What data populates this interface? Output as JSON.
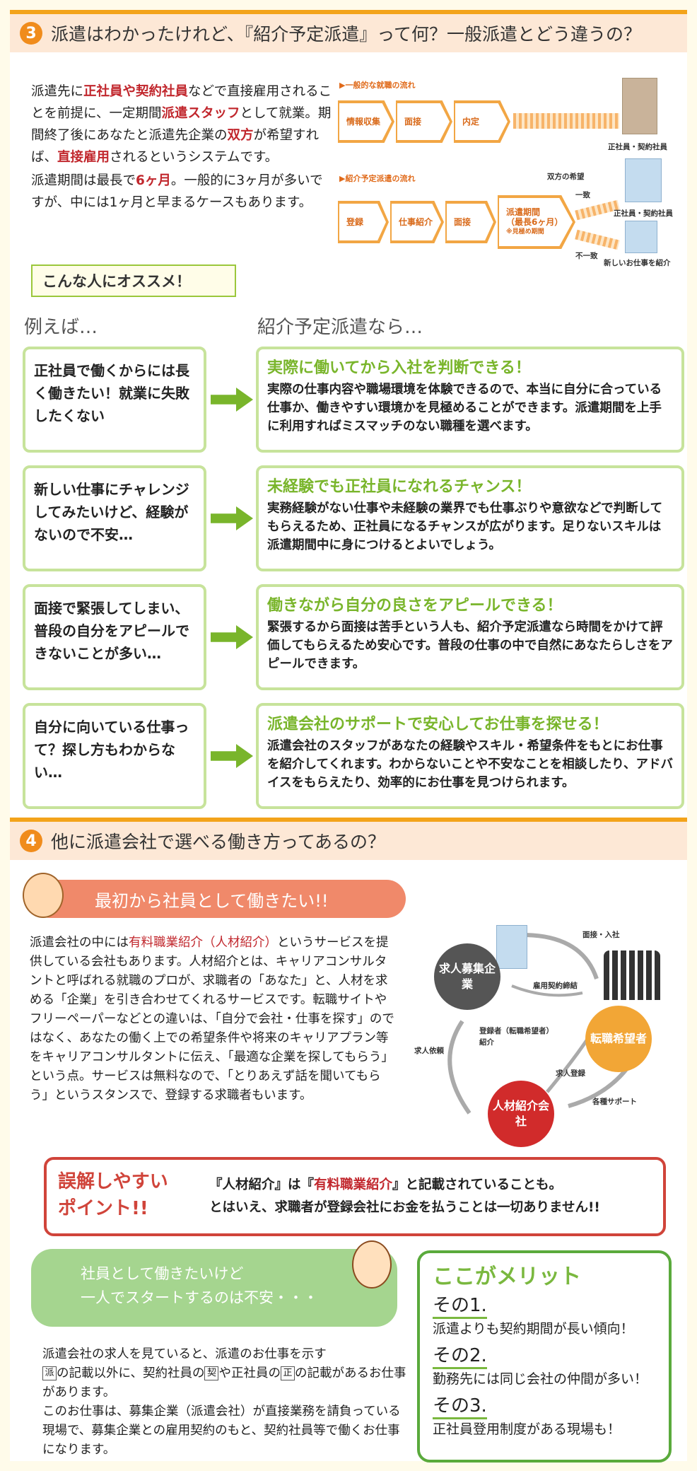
{
  "section3": {
    "number": "3",
    "title": "派遣はわかったけれど、『紹介予定派遣』って何？一般派遣とどう違うの？",
    "intro": {
      "p1_a": "派遣先に",
      "p1_b": "正社員や契約社員",
      "p1_c": "などで直接雇用されることを前提に、一定期間",
      "p1_d": "派遣スタッフ",
      "p1_e": "として就業。期間終了後にあなたと派遣先企業の",
      "p1_f": "双方",
      "p1_g": "が希望すれば、",
      "p1_h": "直接雇用",
      "p1_i": "されるというシステムです。",
      "p2_a": "派遣期間は最長で",
      "p2_b": "6ヶ月",
      "p2_c": "。一般的に3ヶ月が多いですが、中には1ヶ月と早まるケースもあります。"
    },
    "diagram": {
      "general_label": "▶一般的な就職の流れ",
      "general_steps": [
        "情報収集",
        "面接",
        "内定"
      ],
      "general_result": "正社員・契約社員",
      "intro_label": "▶紹介予定派遣の流れ",
      "intro_steps": [
        "登録",
        "仕事紹介",
        "面接"
      ],
      "period_step_1": "派遣期間",
      "period_step_2": "（最長6ヶ月）",
      "period_step_3": "※見極め期間",
      "mutual": "双方の希望",
      "match": "一致",
      "mismatch": "不一致",
      "result_match": "正社員・契約社員",
      "result_mismatch": "新しいお仕事を紹介"
    },
    "recommend": "こんな人にオススメ！",
    "left_head": "例えば…",
    "right_head": "紹介予定派遣なら…",
    "rows": [
      {
        "left": "正社員で働くからには長く働きたい！就業に失敗したくない",
        "title": "実際に働いてから入社を判断できる！",
        "body": "実際の仕事内容や職場環境を体験できるので、本当に自分に合っている仕事か、働きやすい環境かを見極めることができます。派遣期間を上手に利用すればミスマッチのない職種を選べます。"
      },
      {
        "left": "新しい仕事にチャレンジしてみたいけど、経験がないので不安…",
        "title": "未経験でも正社員になれるチャンス！",
        "body": "実務経験がない仕事や未経験の業界でも仕事ぶりや意欲などで判断してもらえるため、正社員になるチャンスが広がります。足りないスキルは派遣期間中に身につけるとよいでしょう。"
      },
      {
        "left": "面接で緊張してしまい、普段の自分をアピールできないことが多い…",
        "title": "働きながら自分の良さをアピールできる！",
        "body": "緊張するから面接は苦手という人も、紹介予定派遣なら時間をかけて評価してもらえるため安心です。普段の仕事の中で自然にあなたらしさをアピールできます。"
      },
      {
        "left": "自分に向いている仕事って？探し方もわからない…",
        "title": "派遣会社のサポートで安心してお仕事を探せる！",
        "body": "派遣会社のスタッフがあなたの経験やスキル・希望条件をもとにお仕事を紹介してくれます。わからないことや不安なことを相談したり、アドバイスをもらえたり、効率的にお仕事を見つけられます。"
      }
    ]
  },
  "section4": {
    "number": "4",
    "title": "他に派遣会社で選べる働き方ってあるの？",
    "pill1": "最初から社員として働きたい!!",
    "p1_a": "派遣会社の中には",
    "p1_b": "有料職業紹介（人材紹介）",
    "p1_c": "というサービスを提供している会社もあります。人材紹介とは、キャリアコンサルタントと呼ばれる就職のプロが、求職者の「あなた」と、人材を求める「企業」を引き合わせてくれるサービスです。転職サイトやフリーペーパーなどとの違いは、「自分で会社・仕事を探す」のではなく、あなたの働く上での希望条件や将来のキャリアプラン等をキャリアコンサルタントに伝え、「最適な企業を探してもらう」という点。サービスは無料なので、「とりあえず話を聞いてもらう」というスタンスで、登録する求職者もいます。",
    "diagram": {
      "company": "求人募集企業",
      "seeker": "転職希望者",
      "agency": "人材紹介会社",
      "interview": "面接・入社",
      "contract": "雇用契約締結",
      "register_intro_1": "登録者（転職希望者）",
      "register_intro_2": "紹介",
      "request": "求人依頼",
      "register": "求人登録",
      "support": "各種サポート"
    },
    "mis_title_1": "誤解しやすい",
    "mis_title_2": "ポイント!!",
    "mis_line1_a": "『人材紹介』は『",
    "mis_line1_b": "有料職業紹介",
    "mis_line1_c": "』と記載されていることも。",
    "mis_line2": "とはいえ、求職者が登録会社にお金を払うことは一切ありません!!",
    "pill2_line1": "社員として働きたいけど",
    "pill2_line2": "一人でスタートするのは不安・・・",
    "p2_line1": "派遣会社の求人を見ていると、派遣のお仕事を示す",
    "p2_icon1": "派",
    "p2_line2_a": "の記載以外に、契約社員の",
    "p2_icon2": "契",
    "p2_line2_b": "や正社員の",
    "p2_icon3": "正",
    "p2_line2_c": "の記載があるお仕事があります。",
    "p2_line3": "このお仕事は、募集企業（派遣会社）が直接業務を請負っている現場で、募集企業との雇用契約のもと、契約社員等で働くお仕事になります。",
    "merit_head": "ここがメリット",
    "merits": [
      {
        "no": "その1.",
        "text": "派遣よりも契約期間が長い傾向！"
      },
      {
        "no": "その2.",
        "text": "勤務先には同じ会社の仲間が多い！"
      },
      {
        "no": "その3.",
        "text": "正社員登用制度がある現場も！"
      }
    ]
  },
  "colors": {
    "accent_orange": "#f08c1c",
    "accent_red": "#c1272d",
    "accent_green": "#79b52b",
    "section_bg": "#fde8d6"
  }
}
